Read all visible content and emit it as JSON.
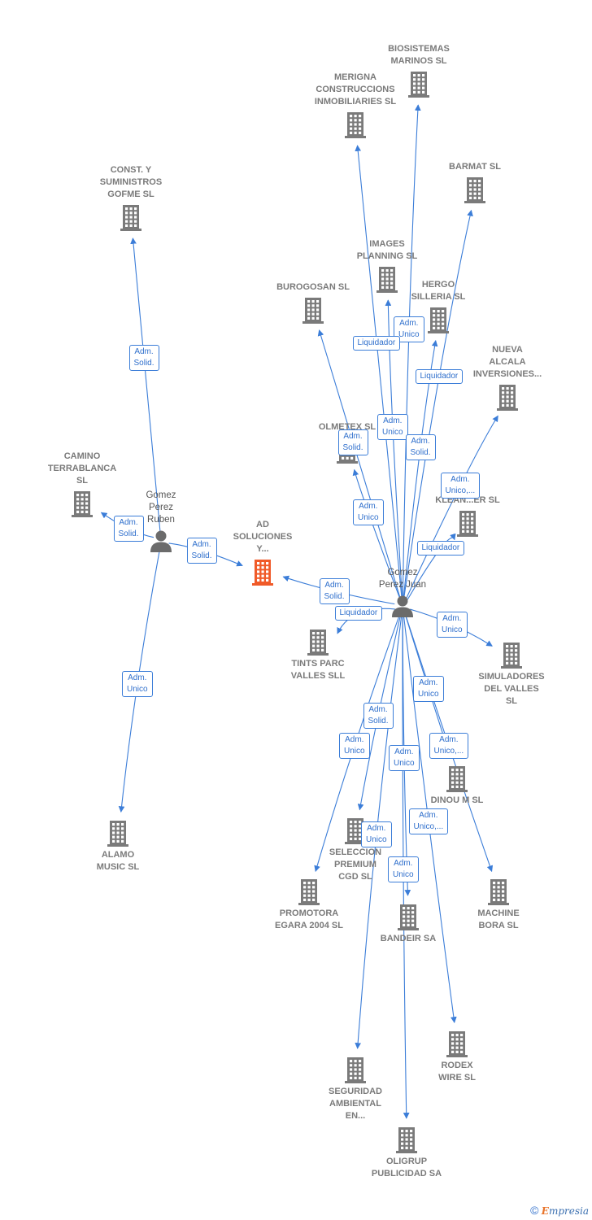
{
  "colors": {
    "edge": "#3b7dd8",
    "company": "#7a7a7a",
    "focus": "#f05a28",
    "person": "#6b6b6b"
  },
  "people": [
    {
      "id": "ruben",
      "label": "Gomez\nPerez\nRuben"
    },
    {
      "id": "juan",
      "label": "Gomez\nPerez Juan"
    }
  ],
  "focus": {
    "id": "ad",
    "label": "AD\nSOLUCIONES\nY..."
  },
  "companies": [
    {
      "id": "biosistemas",
      "label": "BIOSISTEMAS\nMARINOS SL"
    },
    {
      "id": "merigna",
      "label": "MERIGNA\nCONSTRUCCIONS\nINMOBILIARIES SL"
    },
    {
      "id": "barmat",
      "label": "BARMAT SL"
    },
    {
      "id": "const",
      "label": "CONST. Y\nSUMINISTROS\nGOFME SL"
    },
    {
      "id": "images",
      "label": "IMAGES\nPLANNING SL"
    },
    {
      "id": "burogosan",
      "label": "BUROGOSAN SL"
    },
    {
      "id": "hergo",
      "label": "HERGO\nSILLERIA SL"
    },
    {
      "id": "nueva",
      "label": "NUEVA\nALCALA\nINVERSIONES..."
    },
    {
      "id": "olmetex",
      "label": "OLMETEX SL"
    },
    {
      "id": "camino",
      "label": "CAMINO\nTERRABLANCA\nSL"
    },
    {
      "id": "klean",
      "label": "KLEAN...ER SL"
    },
    {
      "id": "tints",
      "label": "TINTS PARC\nVALLES SLL"
    },
    {
      "id": "simuladores",
      "label": "SIMULADORES\nDEL VALLES\nSL"
    },
    {
      "id": "dinou",
      "label": "DINOU M SL"
    },
    {
      "id": "alamo",
      "label": "ALAMO\nMUSIC SL"
    },
    {
      "id": "seleccion",
      "label": "SELECCION\nPREMIUM\nCGD SL"
    },
    {
      "id": "promotora",
      "label": "PROMOTORA\nEGARA 2004 SL"
    },
    {
      "id": "bandeir",
      "label": "BANDEIR SA"
    },
    {
      "id": "machine",
      "label": "MACHINE\nBORA SL"
    },
    {
      "id": "rodex",
      "label": "RODEX\nWIRE SL"
    },
    {
      "id": "seguridad",
      "label": "SEGURIDAD\nAMBIENTAL\nEN..."
    },
    {
      "id": "oligrup",
      "label": "OLIGRUP\nPUBLICIDAD SA"
    }
  ],
  "edges": [
    {
      "from": "ruben",
      "to": "const",
      "label": "Adm.\nSolid."
    },
    {
      "from": "ruben",
      "to": "camino",
      "label": "Adm.\nSolid."
    },
    {
      "from": "ruben",
      "to": "ad",
      "label": "Adm.\nSolid."
    },
    {
      "from": "ruben",
      "to": "alamo",
      "label": "Adm.\nUnico"
    },
    {
      "from": "juan",
      "to": "biosistemas",
      "label": "Adm.\nUnico"
    },
    {
      "from": "juan",
      "to": "merigna",
      "label": "Liquidador"
    },
    {
      "from": "juan",
      "to": "barmat",
      "label": "Liquidador"
    },
    {
      "from": "juan",
      "to": "images",
      "label": "Adm.\nUnico"
    },
    {
      "from": "juan",
      "to": "hergo",
      "label": "Adm.\nSolid."
    },
    {
      "from": "juan",
      "to": "burogosan",
      "label": "Adm.\nSolid."
    },
    {
      "from": "juan",
      "to": "olmetex",
      "label": "Adm.\nUnico"
    },
    {
      "from": "juan",
      "to": "nueva",
      "label": "Adm.\nUnico,..."
    },
    {
      "from": "juan",
      "to": "klean",
      "label": "Liquidador"
    },
    {
      "from": "juan",
      "to": "ad",
      "label": "Adm.\nSolid."
    },
    {
      "from": "juan",
      "to": "tints",
      "label": "Liquidador"
    },
    {
      "from": "juan",
      "to": "simuladores",
      "label": "Adm.\nUnico"
    },
    {
      "from": "juan",
      "to": "dinou",
      "label": "Adm.\nUnico"
    },
    {
      "from": "juan",
      "to": "seleccion",
      "label": "Adm.\nSolid."
    },
    {
      "from": "juan",
      "to": "promotora",
      "label": "Adm.\nUnico"
    },
    {
      "from": "juan",
      "to": "bandeir",
      "label": "Adm.\nUnico"
    },
    {
      "from": "juan",
      "to": "machine",
      "label": "Adm.\nUnico,..."
    },
    {
      "from": "juan",
      "to": "rodex",
      "label": "Adm.\nUnico,..."
    },
    {
      "from": "juan",
      "to": "seguridad",
      "label": "Adm.\nUnico"
    },
    {
      "from": "juan",
      "to": "oligrup",
      "label": "Adm.\nUnico"
    }
  ],
  "footer": {
    "copyright": "©",
    "brand_first": "E",
    "brand_rest": "mpresia"
  }
}
